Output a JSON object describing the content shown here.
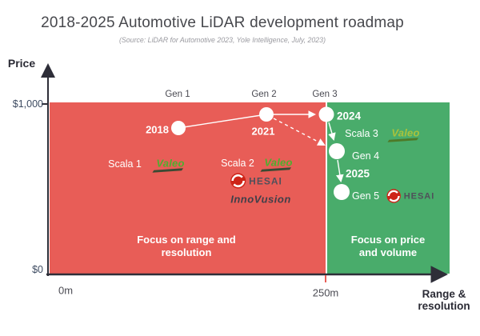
{
  "title": "2018-2025 Automotive LiDAR development roadmap",
  "subtitle": "(Source: LiDAR for Automotive 2023, Yole Intelligence, July, 2023)",
  "colors": {
    "red_zone": "#E85D57",
    "green_zone": "#49AC6B",
    "valeo_green": "#4FAE2F",
    "valeo_yellow_green": "#A8C23C",
    "hesai_red": "#CE2418",
    "axis": "#2E2E38"
  },
  "y_axis": {
    "label": "Price",
    "top_tick": "$1,000",
    "bottom_tick": "$0"
  },
  "x_axis": {
    "tick_left": "0m",
    "tick_right": "250m",
    "label_line1": "Range &",
    "label_line2": "resolution"
  },
  "zones": {
    "left": {
      "line1": "Focus on range and",
      "line2": "resolution"
    },
    "right": {
      "line1": "Focus on price",
      "line2": "and volume"
    }
  },
  "generations": [
    {
      "name": "Gen 1",
      "year": "2018"
    },
    {
      "name": "Gen 2",
      "year": "2021"
    },
    {
      "name": "Gen 3",
      "year": "2024"
    },
    {
      "name": "Gen 4",
      "year": ""
    },
    {
      "name": "Gen 5",
      "year": "2025"
    }
  ],
  "products": [
    {
      "name": "Scala 1",
      "brand": "Valeo"
    },
    {
      "name": "Scala 2",
      "brand": "Valeo"
    },
    {
      "name": "Scala 3",
      "brand": "Valeo"
    }
  ],
  "brands": {
    "valeo": "Valeo",
    "hesai": "HESAI",
    "innovusion": "InnoVusion"
  },
  "chart_data": {
    "type": "scatter",
    "title": "2018-2025 Automotive LiDAR development roadmap",
    "source": "(Source: LiDAR for Automotive 2023, Yole Intelligence, July, 2023)",
    "xlabel": "Range & resolution",
    "ylabel": "Price",
    "x_ticks": [
      "0m",
      "250m"
    ],
    "y_ticks": [
      "$0",
      "$1,000"
    ],
    "ylim": [
      0,
      1000
    ],
    "grid": false,
    "points": [
      {
        "name": "Gen 1",
        "year_label": "2018",
        "range_m": 115,
        "price_usd": 850
      },
      {
        "name": "Gen 2",
        "year_label": "2021",
        "range_m": 195,
        "price_usd": 930
      },
      {
        "name": "Gen 3",
        "year_label": "2024",
        "range_m": 250,
        "price_usd": 930
      },
      {
        "name": "Gen 4",
        "year_label": "",
        "range_m": 260,
        "price_usd": 715
      },
      {
        "name": "Gen 5",
        "year_label": "2025",
        "range_m": 265,
        "price_usd": 480
      }
    ],
    "connections": [
      {
        "from": "Gen 1",
        "to": "Gen 2",
        "style": "solid"
      },
      {
        "from": "Gen 2",
        "to": "Gen 3",
        "style": "solid-arrow"
      },
      {
        "from": "Gen 2",
        "to": "Gen 4",
        "style": "dashed-arrow"
      },
      {
        "from": "Gen 3",
        "to": "Gen 4",
        "style": "solid-arrow"
      },
      {
        "from": "Gen 4",
        "to": "Gen 5",
        "style": "solid-arrow"
      }
    ],
    "regions": [
      {
        "label": "Focus on range and resolution",
        "x_range": [
          "0m",
          "250m"
        ],
        "color": "#E85D57"
      },
      {
        "label": "Focus on price and volume",
        "x_range": [
          "250m",
          "max"
        ],
        "color": "#49AC6B"
      }
    ],
    "annotations": [
      {
        "text": "Scala 1 Valeo",
        "region": "left"
      },
      {
        "text": "Scala 2 Valeo",
        "region": "left"
      },
      {
        "text": "HESAI",
        "region": "left"
      },
      {
        "text": "InnoVusion",
        "region": "left"
      },
      {
        "text": "Scala 3 Valeo",
        "region": "right"
      },
      {
        "text": "HESAI",
        "region": "right"
      }
    ]
  }
}
